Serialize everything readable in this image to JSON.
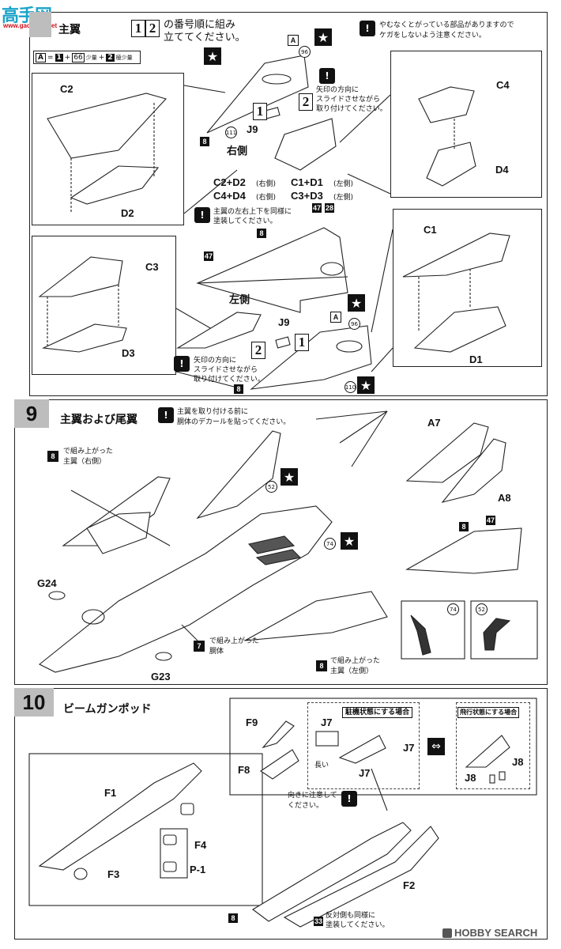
{
  "watermark_top": {
    "brand": "高手网",
    "url": "www.gaoshou.net"
  },
  "watermark_bottom": {
    "brand": "HOBBY SEARCH"
  },
  "step8": {
    "title": "主翼",
    "order_note_line1": "の番号順に組み",
    "order_note_line2": "立ててください。",
    "order_digits": [
      "1",
      "2"
    ],
    "caution_line1": "やむなくとがっている部品がありますので",
    "caution_line2": "ケガをしないよう注意ください。",
    "color_formula": {
      "a": "A",
      "eq": "=",
      "n1": "1",
      "plus1": "+",
      "n2": "66",
      "s2": "少量",
      "plus2": "+",
      "n3": "2",
      "s3": "極少量"
    },
    "slide_note": [
      "矢印の方向に",
      "スライドさせながら",
      "取り付けてください。"
    ],
    "slide_note2": [
      "矢印の方向に",
      "スライドさせながら",
      "取り付けてください。"
    ],
    "paint_note": [
      "主翼の左右上下を同様に",
      "塗装してください。"
    ],
    "right_side": "右側",
    "left_side": "左側",
    "combos": [
      "C2+D2",
      "(右側)",
      "C1+D1",
      "(左側)",
      "C4+D4",
      "(右側)",
      "C3+D3",
      "(左側)"
    ],
    "parts": {
      "c1": "C1",
      "c2": "C2",
      "c3": "C3",
      "c4": "C4",
      "d1": "D1",
      "d2": "D2",
      "d3": "D3",
      "d4": "D4",
      "j9a": "J9",
      "j9b": "J9"
    },
    "badges": {
      "a1": "A",
      "a2": "A",
      "n96a": "96",
      "n96b": "96",
      "n8a": "8",
      "n8b": "8",
      "n8c": "8",
      "n47a": "47",
      "n47b": "47",
      "n28": "28",
      "n111": "111",
      "n110": "110"
    }
  },
  "step9": {
    "number": "9",
    "title": "主翼および尾翼",
    "note": [
      "主翼を取り付ける前に",
      "胴体のデカールを貼ってください。"
    ],
    "wing_right": [
      "で組み上がった",
      "主翼（右側）"
    ],
    "wing_left": [
      "で組み上がった",
      "主翼（左側）"
    ],
    "fuselage": [
      "で組み上がった",
      "胴体"
    ],
    "parts": {
      "a7": "A7",
      "a8": "A8",
      "g23": "G23",
      "g24": "G24"
    },
    "badges": {
      "n8a": "8",
      "n8b": "8",
      "n8c": "8",
      "n7": "7",
      "n47": "47",
      "n52a": "52",
      "n52b": "52",
      "n74a": "74",
      "n74b": "74"
    }
  },
  "step10": {
    "number": "10",
    "title": "ビームガンポッド",
    "parked": "駐機状態にする場合",
    "flight": "飛行状態にする場合",
    "long": "長い",
    "orient_note": [
      "向きに注意して",
      "ください。"
    ],
    "other_side": [
      "反対側も同様に",
      "塗装してください。"
    ],
    "parts": {
      "f1": "F1",
      "f2": "F2",
      "f3": "F3",
      "f4": "F4",
      "f8": "F8",
      "f9": "F9",
      "p1": "P-1",
      "j7a": "J7",
      "j7b": "J7",
      "j7c": "J7",
      "j8a": "J8",
      "j8b": "J8"
    },
    "badges": {
      "n8": "8",
      "n33": "33"
    }
  },
  "colors": {
    "ink": "#111111",
    "step_bg": "#bdbdbd",
    "brand_red": "#d0101a",
    "brand_cyan": "#1aa3c9"
  }
}
